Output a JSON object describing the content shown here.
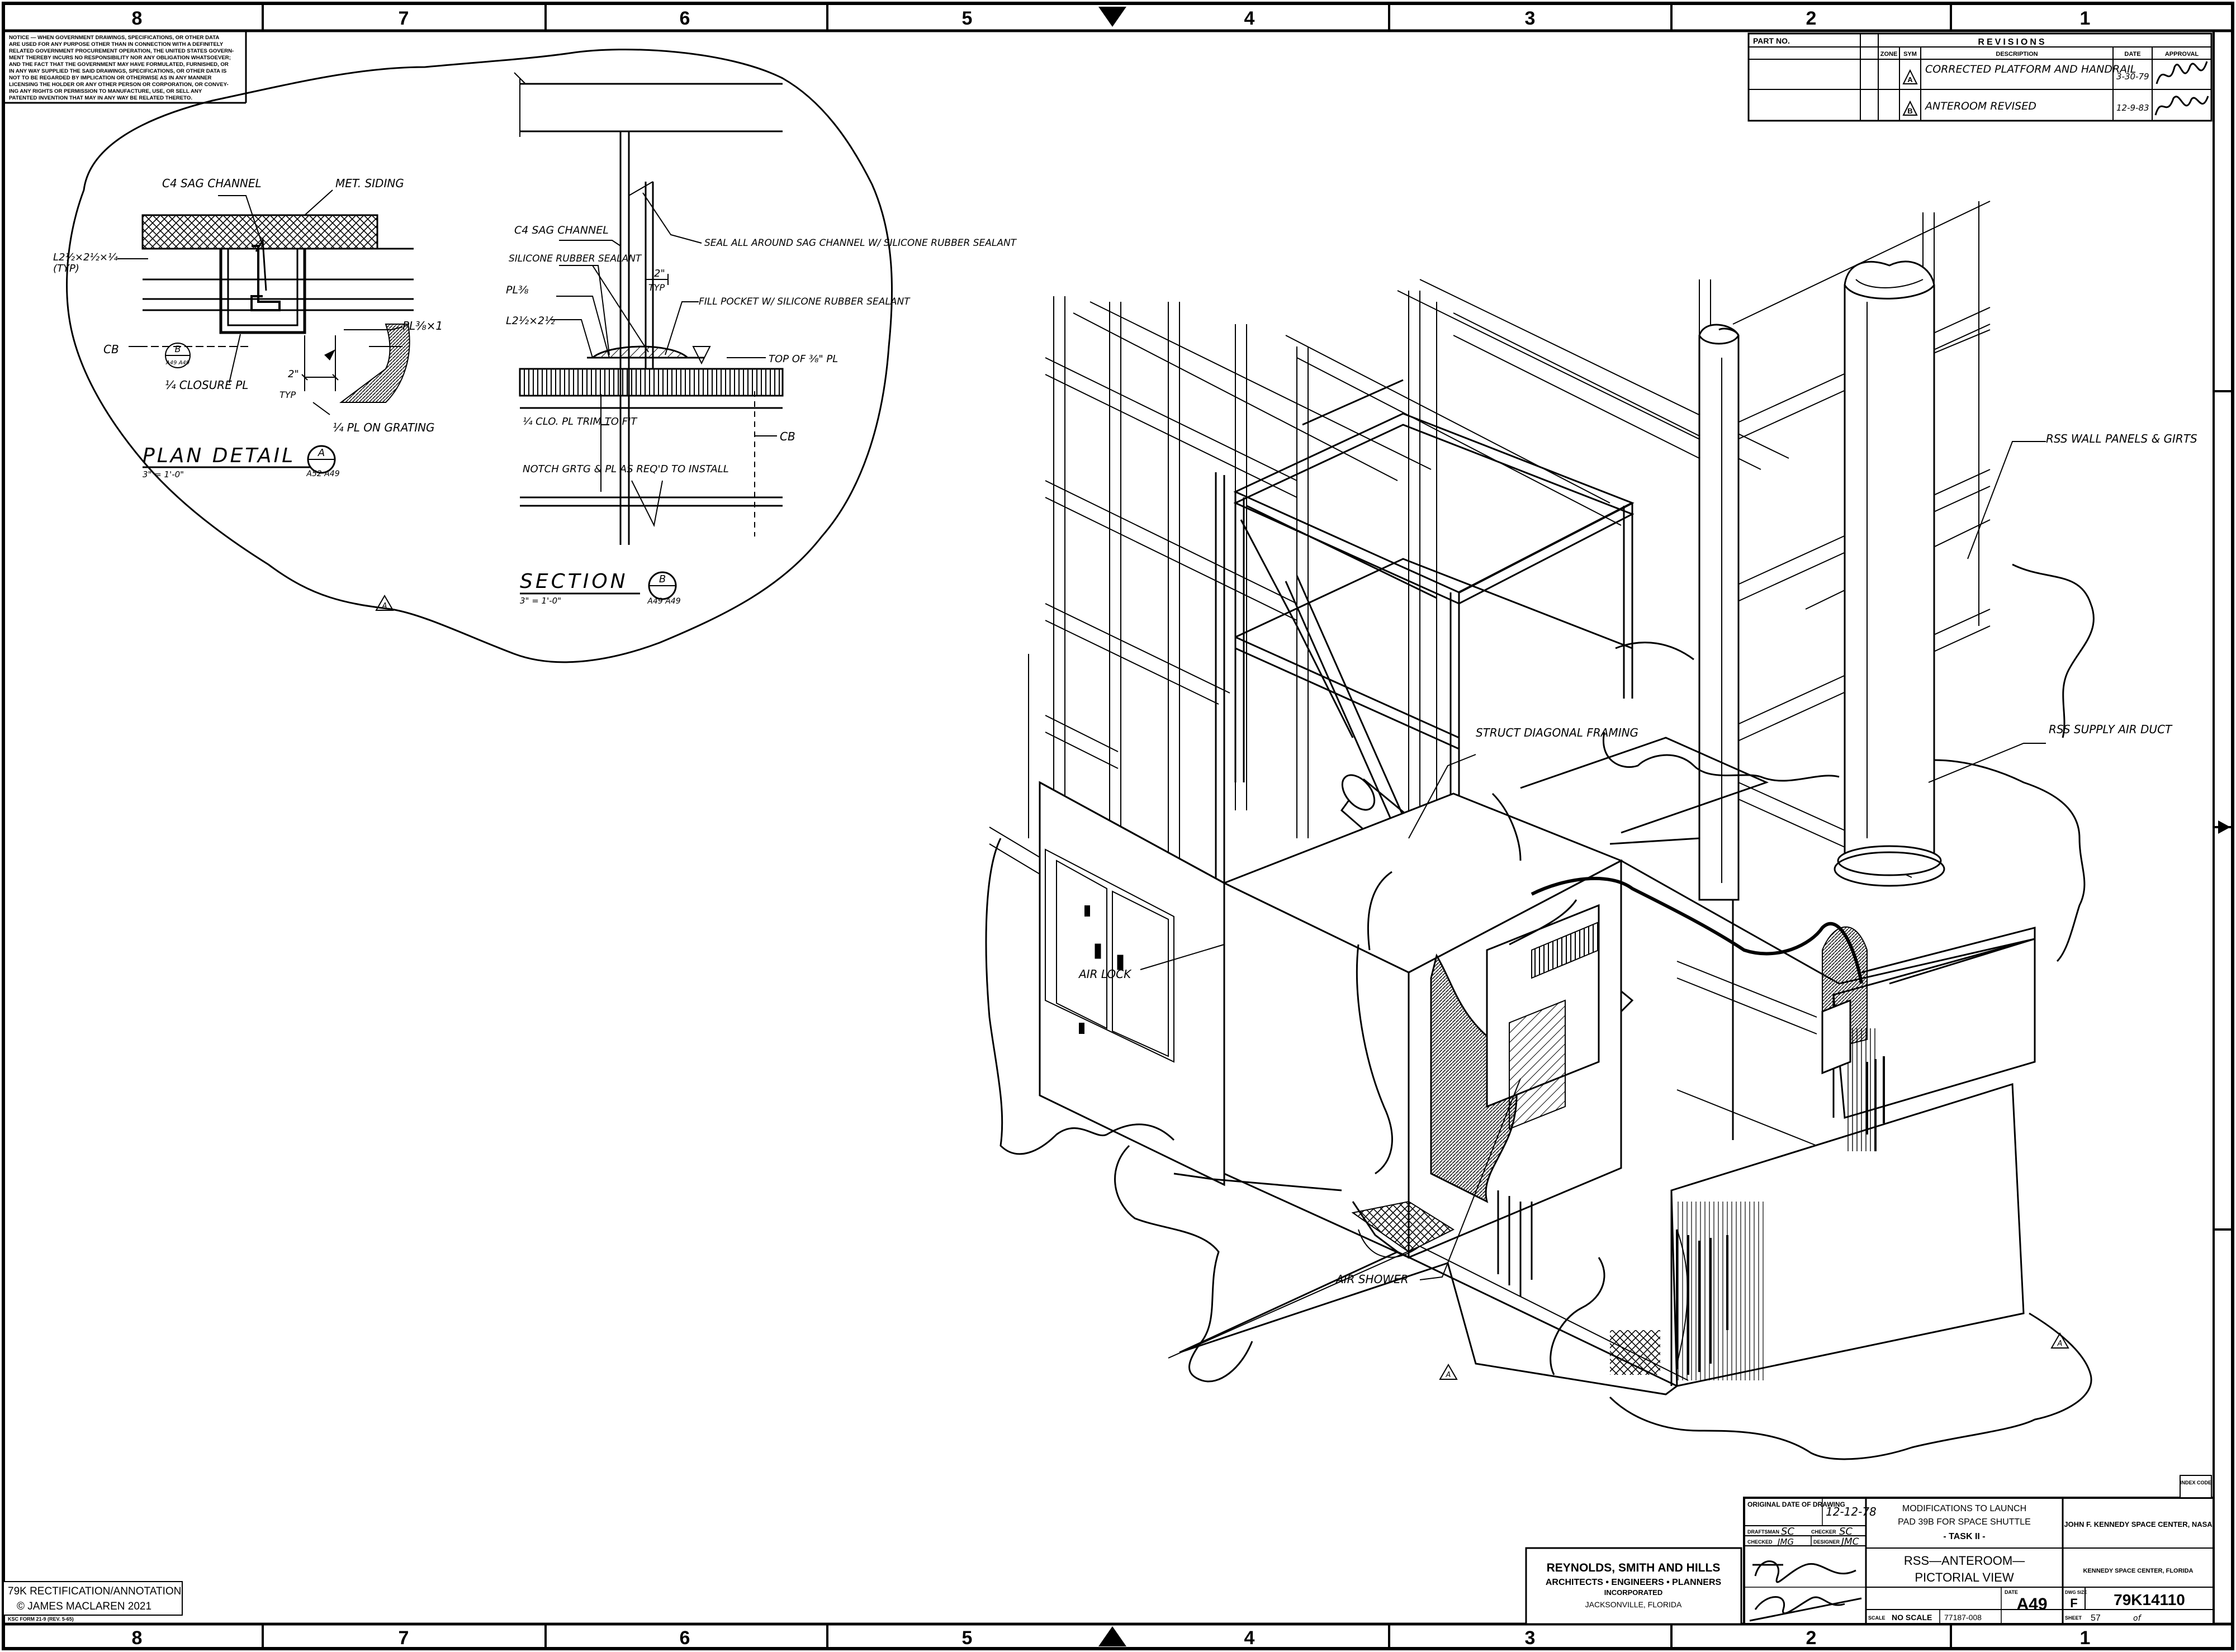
{
  "zones": {
    "top": [
      "8",
      "7",
      "6",
      "5",
      "4",
      "3",
      "2",
      "1"
    ],
    "bottom": [
      "8",
      "7",
      "6",
      "5",
      "4",
      "3",
      "2",
      "1"
    ]
  },
  "notice": [
    "NOTICE — WHEN GOVERNMENT DRAWINGS, SPECIFICATIONS, OR OTHER DATA",
    "ARE USED FOR ANY PURPOSE OTHER THAN IN CONNECTION WITH A DEFINITELY",
    "RELATED GOVERNMENT PROCUREMENT OPERATION, THE UNITED STATES GOVERN-",
    "MENT THEREBY INCURS NO RESPONSIBILITY NOR ANY OBLIGATION WHATSOEVER;",
    "AND THE FACT THAT THE GOVERNMENT MAY HAVE FORMULATED, FURNISHED, OR",
    "IN ANY WAY SUPPLIED THE SAID DRAWINGS, SPECIFICATIONS, OR OTHER DATA IS",
    "NOT TO BE REGARDED BY IMPLICATION OR OTHERWISE AS IN ANY MANNER",
    "LICENSING THE HOLDER OR ANY OTHER PERSON OR CORPORATION, OR CONVEY-",
    "ING ANY RIGHTS OR PERMISSION TO MANUFACTURE, USE, OR SELL ANY",
    "PATENTED INVENTION THAT MAY IN ANY WAY BE RELATED THERETO."
  ],
  "revisions": {
    "part_no": "PART NO.",
    "title": "REVISIONS",
    "headers": {
      "zone": "ZONE",
      "sym": "SYM",
      "description": "DESCRIPTION",
      "date": "DATE",
      "approval": "APPROVAL"
    },
    "rows": [
      {
        "sym": "A",
        "description": "CORRECTED PLATFORM AND HANDRAIL",
        "date": "3-30-79"
      },
      {
        "sym": "B",
        "description": "ANTEROOM REVISED",
        "date": "12-9-83"
      }
    ]
  },
  "plan_detail": {
    "title": "PLAN DETAIL",
    "tag": "A",
    "tag_refs": "A52 A49",
    "scale": "3\" = 1'-0\"",
    "labels": {
      "c4_sag": "C4 SAG CHANNEL",
      "met_siding": "MET. SIDING",
      "angle": "L2½×2½×¼",
      "typ": "(TYP)",
      "cb": "CB",
      "b_tag": "B",
      "b_refs": "A49 A49",
      "closure": "¼ CLOSURE PL",
      "pl": "PL⅜×1",
      "dim": "2\"",
      "dim_typ": "TYP",
      "pl_grating": "¼ PL ON GRATING"
    }
  },
  "section": {
    "title": "SECTION",
    "tag": "B",
    "tag_refs": "A49 A49",
    "scale": "3\" = 1'-0\"",
    "labels": {
      "c4_sag": "C4 SAG CHANNEL",
      "rubber": "SILICONE RUBBER SEALANT",
      "pl": "PL⅜",
      "angle": "L2½×2½",
      "seal": "SEAL ALL AROUND SAG CHANNEL W/ SILICONE RUBBER SEALANT",
      "dim": "2\"",
      "dim_typ": "TYP",
      "fill": "FILL POCKET W/ SILICONE RUBBER SEALANT",
      "top_pl": "TOP OF ⅜\" PL",
      "clo_pl": "¼ CLO. PL TRIM TO FIT",
      "cb": "CB",
      "notch": "NOTCH GRTG & PL AS REQ'D TO INSTALL"
    }
  },
  "pictorial": {
    "labels": {
      "rss_wall": "RSS WALL PANELS & GIRTS",
      "rss_supply": "RSS SUPPLY AIR DUCT",
      "struct": "STRUCT DIAGONAL FRAMING",
      "air_lock": "AIR LOCK",
      "air_shower": "AIR SHOWER"
    },
    "rev_marks": [
      "A",
      "A",
      "A"
    ]
  },
  "credit": {
    "line1": "79K RECTIFICATION/ANNOTATION",
    "line2": "© JAMES MACLAREN 2021"
  },
  "form_no": "KSC FORM 21-9 (REV. 5-65)",
  "firm": {
    "name": "REYNOLDS, SMITH AND HILLS",
    "line2": "ARCHITECTS • ENGINEERS • PLANNERS",
    "line3": "INCORPORATED",
    "line4": "JACKSONVILLE, FLORIDA"
  },
  "title_block": {
    "original_date_label": "ORIGINAL DATE OF DRAWING",
    "original_date": "12-12-78",
    "draftsman_label": "DRAFTSMAN",
    "draftsman": "SC",
    "checker_label": "CHECKER",
    "checker": "SC",
    "checked_label": "CHECKED",
    "designer_label": "DESIGNER",
    "designer": "JMC",
    "designer_sig": "JMG",
    "project_line1": "MODIFICATIONS TO LAUNCH",
    "project_line2": "PAD 39B  FOR SPACE SHUTTLE",
    "project_line3": "- TASK II -",
    "drawing_title1": "RSS—ANTEROOM—",
    "drawing_title2": "PICTORIAL VIEW",
    "scale_label": "SCALE",
    "scale": "NO SCALE",
    "job_no": "77187-008",
    "date_label": "DATE",
    "sheet_code": "A49",
    "agency1": "JOHN F. KENNEDY SPACE CENTER, NASA",
    "agency2": "KENNEDY SPACE CENTER, FLORIDA",
    "size_label": "DWG SIZE",
    "size": "F",
    "fsc_label": "INDEX CODE",
    "drawing_no": "79K14110",
    "sheet_label": "SHEET",
    "sheet": "57",
    "sheet_of": "of"
  }
}
